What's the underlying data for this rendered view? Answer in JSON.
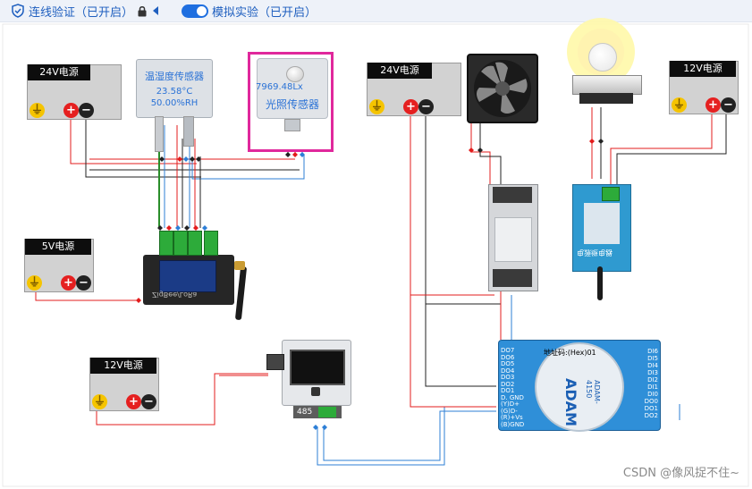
{
  "toolbar": {
    "link_check": "连线验证（已开启）",
    "sim_experiment": "模拟实验（已开启）",
    "lock_icon": "lock-icon",
    "arrow_icon": "triangle-left-icon"
  },
  "power_supplies": {
    "psu_24v_left": "24V电源",
    "psu_24v_mid": "24V电源",
    "psu_12v_right": "12V电源",
    "psu_5v": "5V电源",
    "psu_12v_bottom": "12V电源"
  },
  "temp_humidity_sensor": {
    "title": "温湿度传感器",
    "temperature": "23.58°C",
    "humidity": "50.00%RH"
  },
  "light_sensor": {
    "reading": "7969.48Lx",
    "title": "光照传感器"
  },
  "lora_module": {
    "text": "ZigBee/LoRa"
  },
  "relay_module": {
    "text": "电源继电器"
  },
  "adam": {
    "address": "地址码:(Hex)01",
    "brand": "ADAM",
    "model": "ADAM-4150",
    "left_pins": [
      "DO7",
      "DO6",
      "DO5",
      "DO4",
      "DO3",
      "DO2",
      "DO1",
      "D. GND",
      "(Y)D+",
      "(G)D-",
      "(R)+Vs",
      "(B)GND"
    ],
    "right_pins": [
      "DI6",
      "DI5",
      "DI4",
      "DI3",
      "DI2",
      "DI1",
      "DI0",
      "DO0",
      "DO1",
      "DO2"
    ]
  },
  "gateway": {
    "port_label": "485"
  },
  "watermark": "CSDN @像风捉不住~"
}
